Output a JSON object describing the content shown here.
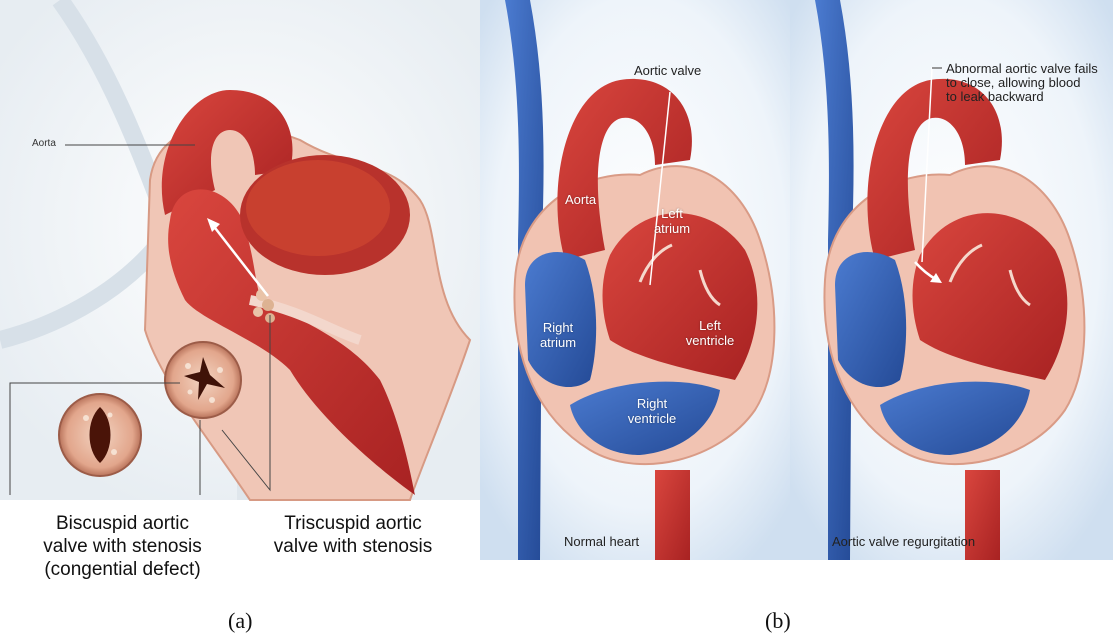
{
  "panel_a": {
    "aorta_label": "Aorta",
    "biscuspid_caption_line1": "Biscuspid aortic",
    "biscuspid_caption_line2": "valve with stenosis",
    "biscuspid_caption_line3": "(congential defect)",
    "triscuspid_caption_line1": "Triscuspid aortic",
    "triscuspid_caption_line2": "valve with stenosis",
    "sub_label": "(a)"
  },
  "panel_b": {
    "normal": {
      "aortic_valve_label": "Aortic valve",
      "aorta_label": "Aorta",
      "left_atrium_line1": "Left",
      "left_atrium_line2": "atrium",
      "left_ventricle_line1": "Left",
      "left_ventricle_line2": "ventricle",
      "right_atrium_line1": "Right",
      "right_atrium_line2": "atrium",
      "right_ventricle_line1": "Right",
      "right_ventricle_line2": "ventricle",
      "caption": "Normal heart"
    },
    "regurgitation": {
      "annotation_line1": "Abnormal aortic valve fails",
      "annotation_line2": "to close, allowing blood",
      "annotation_line3": "to leak backward",
      "caption": "Aortic valve regurgitation"
    },
    "sub_label": "(b)"
  },
  "colors": {
    "oxygenated_red": "#c8302c",
    "deoxygenated_blue": "#2f5fb3",
    "heart_wall_pink": "#f2c4b4",
    "background_blue_tint": "#dbe8f4"
  }
}
